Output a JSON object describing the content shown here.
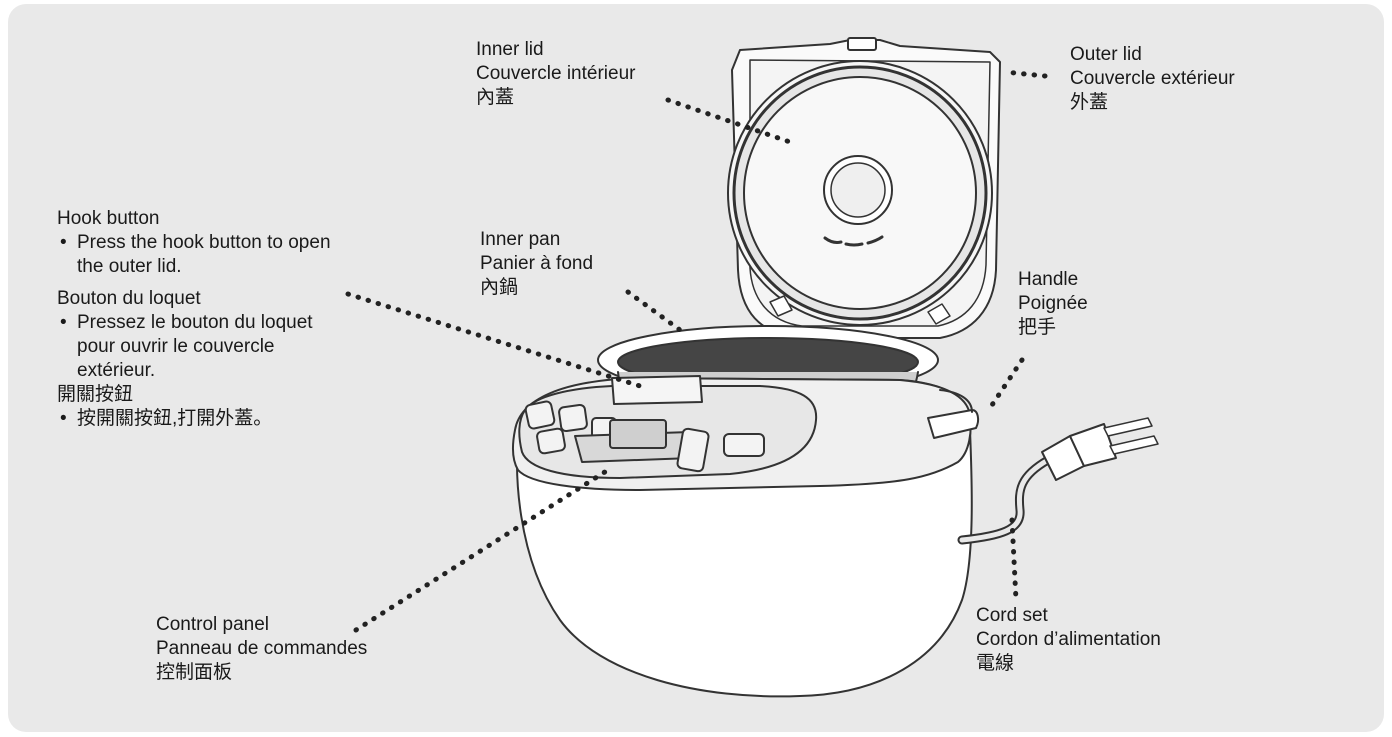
{
  "labels": {
    "inner_lid": {
      "en": "Inner lid",
      "fr": "Couvercle intérieur",
      "zh": "內蓋"
    },
    "outer_lid": {
      "en": "Outer lid",
      "fr": "Couvercle extérieur",
      "zh": "外蓋"
    },
    "hook_button": {
      "en": "Hook button",
      "en_note_1": "Press the hook button to open",
      "en_note_2": "the outer lid.",
      "fr": "Bouton du loquet",
      "fr_note_1": "Pressez le bouton du loquet",
      "fr_note_2": "pour ouvrir le couvercle",
      "fr_note_3": "extérieur.",
      "zh": "開關按鈕",
      "zh_note": "按開關按鈕,打開外蓋。"
    },
    "inner_pan": {
      "en": "Inner pan",
      "fr": "Panier à fond",
      "zh": "內鍋"
    },
    "handle": {
      "en": "Handle",
      "fr": "Poignée",
      "zh": "把手"
    },
    "control_panel": {
      "en": "Control panel",
      "fr": "Panneau de commandes",
      "zh": "控制面板"
    },
    "cord_set": {
      "en": "Cord set",
      "fr": "Cordon d’alimentation",
      "zh": "電線"
    }
  },
  "colors": {
    "background": "#e9e9e9",
    "line": "#333333",
    "body": "#ffffff",
    "shading": "#d9d9d9"
  }
}
